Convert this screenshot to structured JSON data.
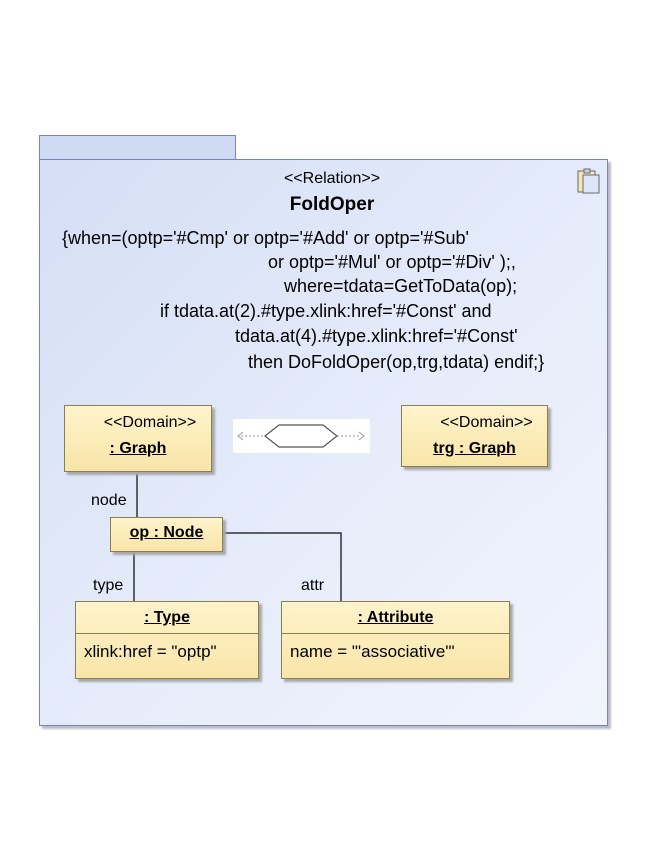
{
  "relation": {
    "stereotype": "<<Relation>>",
    "name": "FoldOper",
    "condition_lines": [
      "{when=(optp='#Cmp' or  optp='#Add' or optp='#Sub'",
      "or optp='#Mul' or optp='#Div' );,",
      "where=tdata=GetToData(op);",
      "if tdata.at(2).#type.xlink:href='#Const' and",
      "tdata.at(4).#type.xlink:href='#Const'",
      "then DoFoldOper(op,trg,tdata) endif;}"
    ]
  },
  "domains": {
    "source": {
      "stereotype": "<<Domain>>",
      "name": ": Graph"
    },
    "target": {
      "stereotype": "<<Domain>>",
      "name": "trg : Graph"
    }
  },
  "nodes": {
    "op": {
      "name": "op : Node"
    },
    "type": {
      "name": ": Type",
      "attribute": "xlink:href = \"optp\""
    },
    "attribute": {
      "name": ": Attribute",
      "attribute": "name = \"'associative'\""
    }
  },
  "roles": {
    "node": "node",
    "type": "type",
    "attr": "attr"
  },
  "icons": {
    "corner": "document-icon",
    "connector": "relation-hexagon-icon"
  },
  "colors": {
    "frame": "#d4def5",
    "box": "#fff3cc",
    "border": "#7b86b0"
  }
}
